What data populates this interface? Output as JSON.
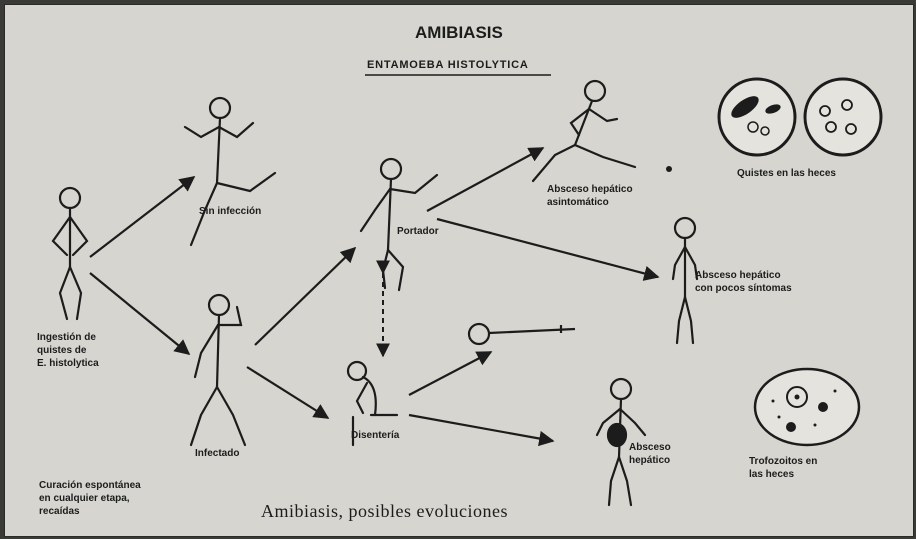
{
  "title": "AMIBIASIS",
  "subtitle": "ENTAMOEBA  HISTOLYTICA",
  "caption": "Amibiasis, posibles evoluciones",
  "nodes": {
    "ingestion": "Ingestión de\nquistes de\nE. histolytica",
    "sin_infeccion": "Sin infección",
    "infectado": "Infectado",
    "portador": "Portador",
    "disenteria": "Disentería",
    "absceso_asintomatico": "Absceso hepático\nasintomático",
    "absceso_pocos": "Absceso hepático\ncon pocos síntomas",
    "absceso_hepatico": "Absceso\nhepático",
    "curacion": "Curación espontánea\nen cualquier etapa,\nrecaídas"
  },
  "panels": {
    "quistes": "Quistes en las heces",
    "trofozoitos": "Trofozoitos en\nlas heces"
  },
  "colors": {
    "ink": "#1c1c1c",
    "paper": "#d6d5cf"
  }
}
